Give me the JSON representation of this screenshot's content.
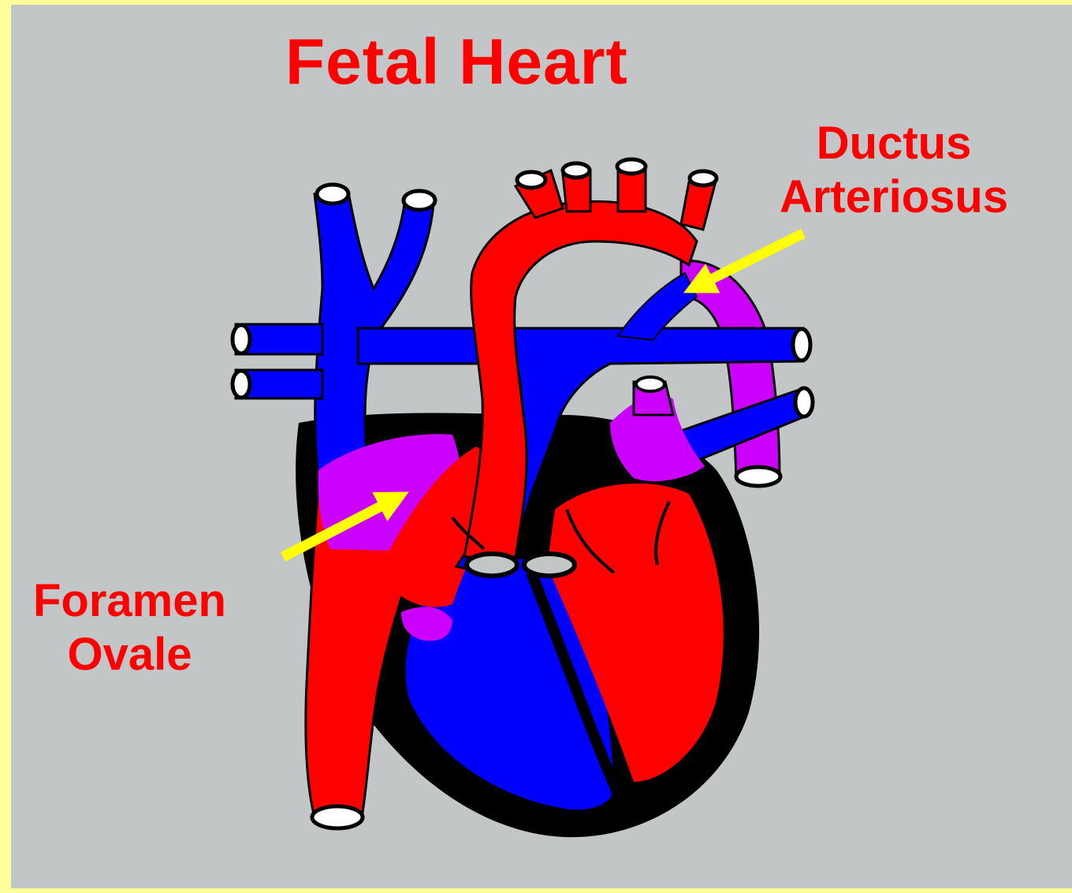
{
  "title": "Fetal Heart",
  "labels": {
    "ductus_line1": "Ductus",
    "ductus_line2": "Arteriosus",
    "foramen_line1": "Foramen",
    "foramen_line2": "Ovale"
  },
  "colors": {
    "frame": "#ffff99",
    "background": "#c3c6c6",
    "oxygenated": "#ff0000",
    "deoxygenated": "#0000ff",
    "mixed": "#cc00ff",
    "outline": "#000000",
    "arrow": "#ffff00",
    "text": "#ff0000"
  }
}
